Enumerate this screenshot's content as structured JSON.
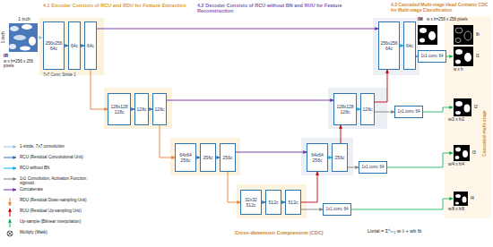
{
  "diagram": {
    "nodes": [
      {
        "text": [
          "256x256",
          "64c"
        ]
      },
      {
        "text": [
          "64c"
        ]
      },
      {
        "text": [
          "64c"
        ]
      },
      {
        "text": [
          "128x128",
          "128c"
        ]
      },
      {
        "text": [
          "128c"
        ]
      },
      {
        "text": [
          "128c"
        ]
      },
      {
        "text": [
          "64x64",
          "256c"
        ]
      },
      {
        "text": [
          "256c"
        ]
      },
      {
        "text": [
          "256c"
        ]
      },
      {
        "text": [
          "32x32",
          "512c"
        ]
      },
      {
        "text": [
          "512c"
        ]
      },
      {
        "text": [
          "512c"
        ]
      },
      {
        "text": [
          "64x64",
          "256c"
        ]
      },
      {
        "text": [
          "256c"
        ]
      },
      {
        "text": [
          "128x128",
          "128c"
        ]
      },
      {
        "text": [
          "128c"
        ]
      },
      {
        "text": [
          "256x256",
          "64c"
        ]
      },
      {
        "text": [
          "64c"
        ]
      },
      {
        "text": [
          "1x1 conv, 64"
        ]
      },
      {
        "text": [
          "1x1 conv, 64"
        ]
      },
      {
        "text": [
          "1x1 conv, 64"
        ]
      },
      {
        "text": [
          "1x1 conv, 64"
        ]
      }
    ],
    "edges": [
      {
        "from": 0,
        "to": 1,
        "arrow": "to"
      },
      {
        "from": 1,
        "to": 2,
        "arrow": "to"
      },
      {
        "from": 2,
        "to": 3,
        "arrow": "to"
      },
      {
        "from": 3,
        "to": 4,
        "arrow": "to"
      },
      {
        "from": 4,
        "to": 5,
        "arrow": "to"
      },
      {
        "from": 5,
        "to": 6,
        "arrow": "to"
      },
      {
        "from": 6,
        "to": 7,
        "arrow": "to"
      },
      {
        "from": 7,
        "to": 8,
        "arrow": "to"
      },
      {
        "from": 8,
        "to": 9,
        "arrow": "to"
      },
      {
        "from": 9,
        "to": 10,
        "arrow": "to"
      },
      {
        "from": 10,
        "to": 11,
        "arrow": "to"
      },
      {
        "from": 11,
        "to": 12,
        "arrow": "to"
      },
      {
        "from": 12,
        "to": 13,
        "arrow": "to"
      },
      {
        "from": 13,
        "to": 14,
        "arrow": "to"
      },
      {
        "from": 14,
        "to": 15,
        "arrow": "to"
      },
      {
        "from": 15,
        "to": 16,
        "arrow": "to"
      },
      {
        "from": 16,
        "to": 17,
        "arrow": "to"
      },
      {
        "from": 8,
        "to": 12,
        "arrow": "to"
      },
      {
        "from": 5,
        "to": 14,
        "arrow": "to"
      },
      {
        "from": 2,
        "to": 16,
        "arrow": "to"
      },
      {
        "from": 17,
        "to": 18,
        "arrow": "to"
      },
      {
        "from": 15,
        "to": 19,
        "arrow": "to"
      },
      {
        "from": 13,
        "to": 20,
        "arrow": "to"
      },
      {
        "from": 11,
        "to": 21,
        "arrow": "to"
      }
    ],
    "labels": [
      "4.1 Encoder Consists of RCU and RDU for Feature Extraction",
      "4.2 Decoder Consists of RCU without BN and RUU for Feature Reconstruction",
      "4.3 Cascaded Multi-stage Head Contains CDC for Multi-stage Classification",
      "1 inch",
      "1 inch",
      "IR",
      "w x h=256 x 256 pixels",
      "7x7 Conv, Stride 1",
      "IM",
      "w x h=256 x 256 pixels",
      "lb",
      "l1",
      "w x h",
      "l2",
      "w/2 x h/2",
      "l3",
      "w/4 x h/4",
      "l4",
      "w/8 x h/8",
      "Cascaded multi-stage",
      "Cross-dimension Compression (CDC)",
      "Ltotal = Σ⁴ᵢ₌₁ wᵢ lᵢ + wb lb"
    ],
    "legend": [
      {
        "text": "1-stride, 7x7 convolution"
      },
      {
        "text": "RCU (Residual Convolutional Unit)"
      },
      {
        "text": "RCU without BN"
      },
      {
        "text": "1x1 Convolution, Activation Function: sigmoid"
      },
      {
        "text": "Concatenate"
      },
      {
        "text": "RDU (Residual Down-sampling Unit)"
      },
      {
        "text": "RUU (Residual Up-sampling Unit)"
      },
      {
        "text": "Up-sample (Bilinear interpolation)"
      },
      {
        "text": "Multiply (Mask)"
      }
    ]
  }
}
